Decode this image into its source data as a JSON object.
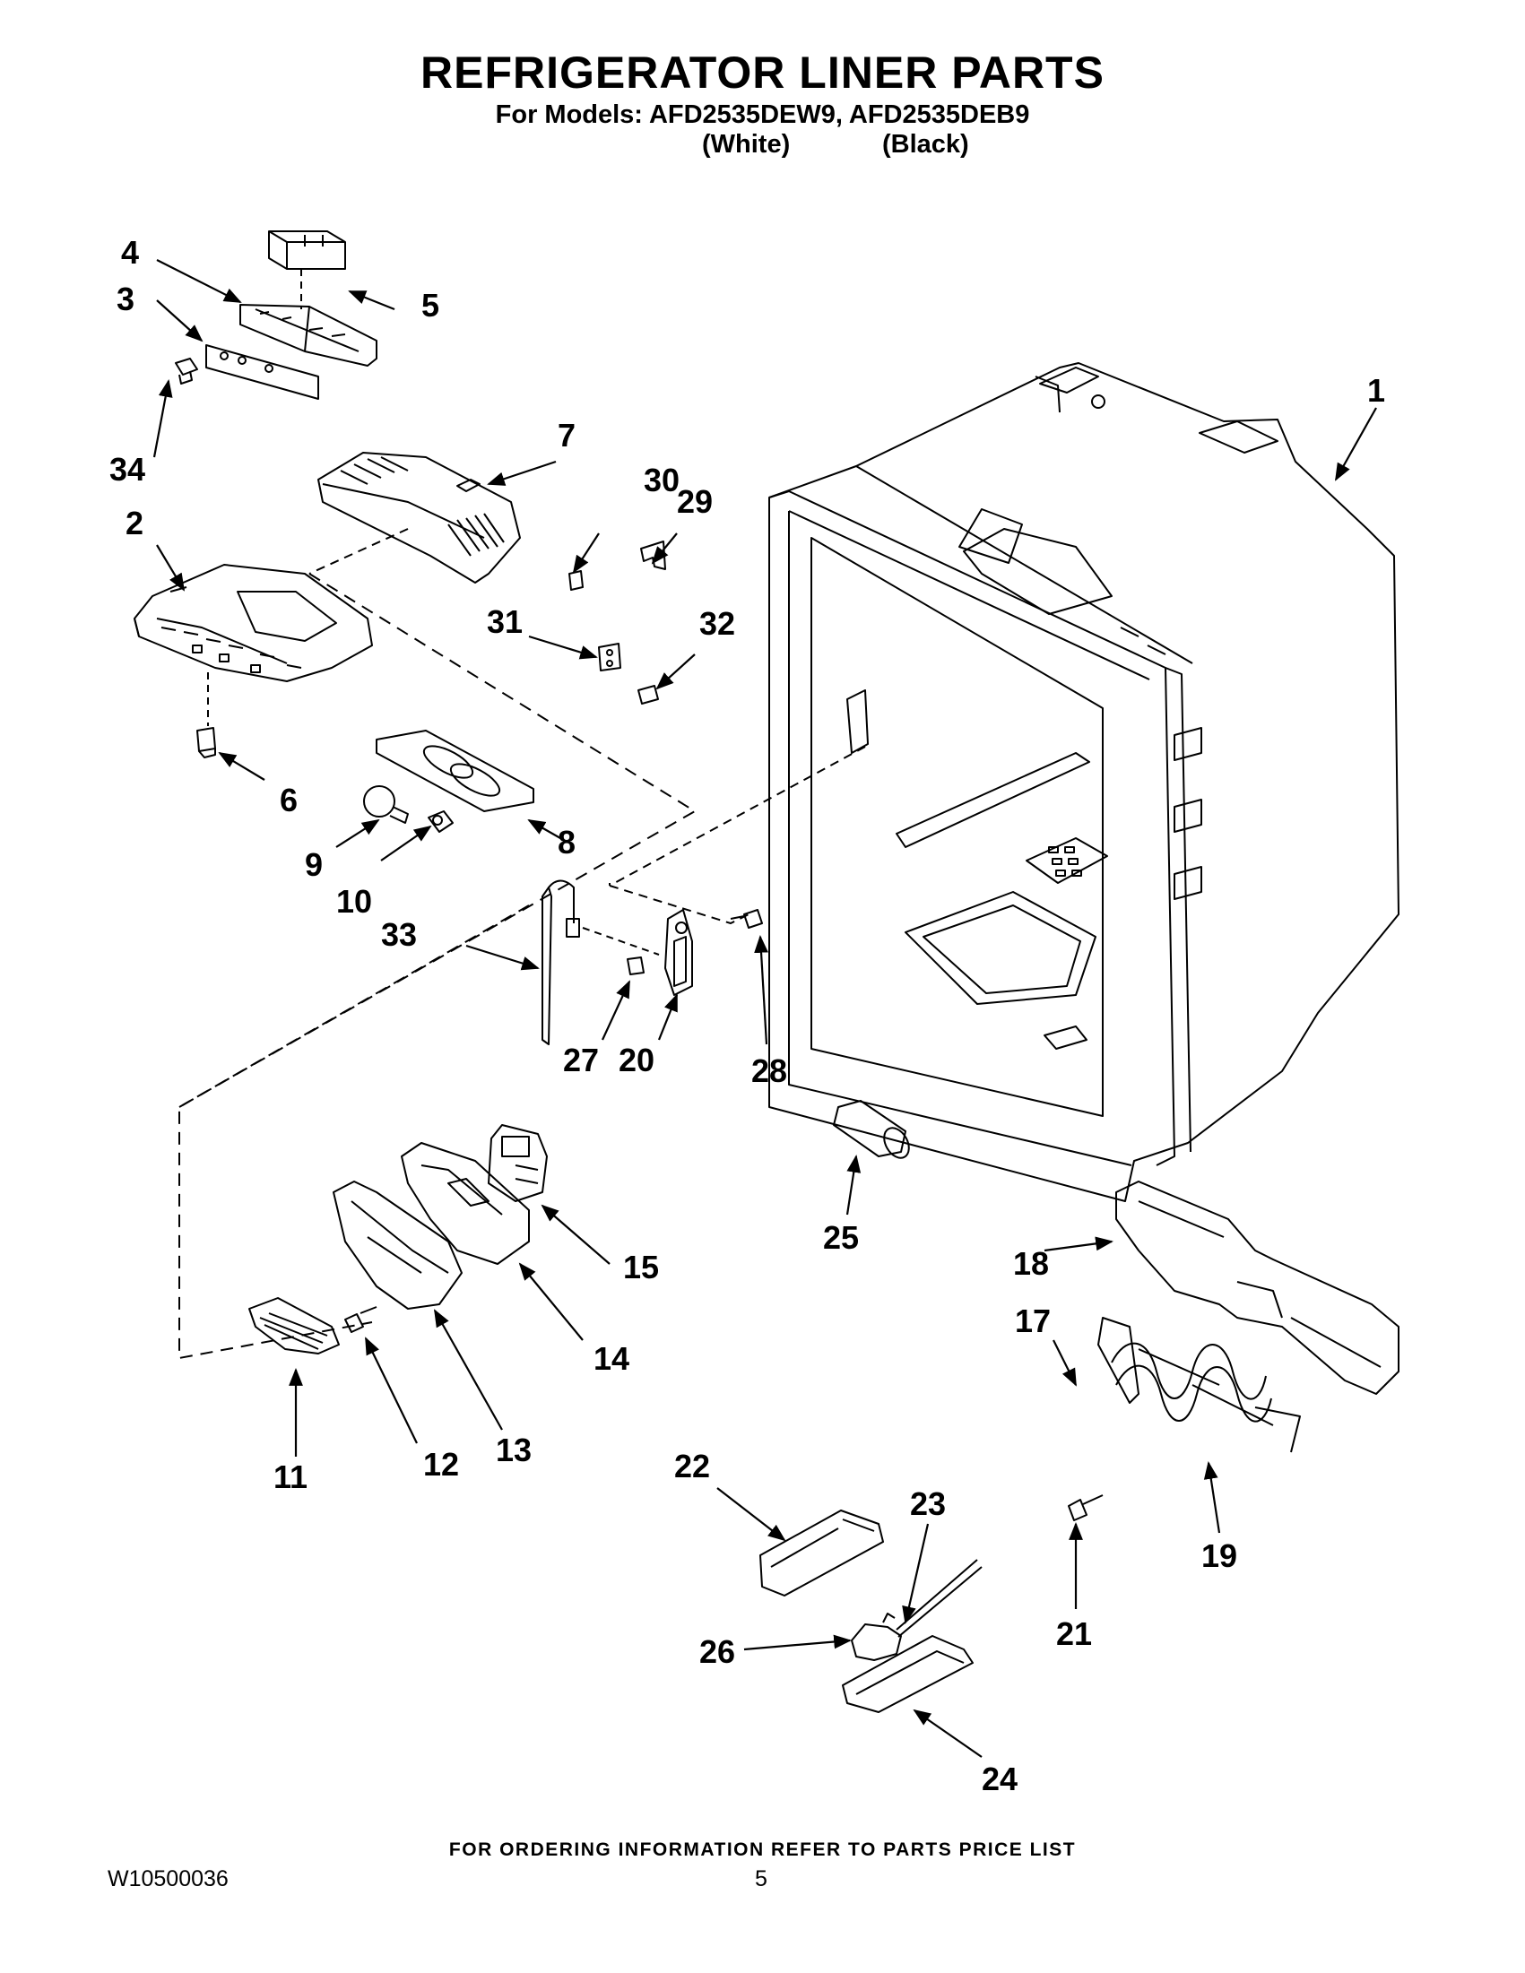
{
  "header": {
    "title": "REFRIGERATOR LINER PARTS",
    "models_line": "For Models: AFD2535DEW9, AFD2535DEB9",
    "color_white": "(White)",
    "color_black": "(Black)"
  },
  "callouts": [
    "1",
    "2",
    "3",
    "4",
    "5",
    "6",
    "7",
    "8",
    "9",
    "10",
    "11",
    "12",
    "13",
    "14",
    "15",
    "17",
    "18",
    "19",
    "20",
    "21",
    "22",
    "23",
    "24",
    "25",
    "26",
    "27",
    "28",
    "29",
    "30",
    "31",
    "32",
    "33",
    "34"
  ],
  "footer": {
    "ordering_note": "FOR ORDERING INFORMATION REFER TO PARTS PRICE LIST",
    "document_number": "W10500036",
    "page_number": "5"
  }
}
